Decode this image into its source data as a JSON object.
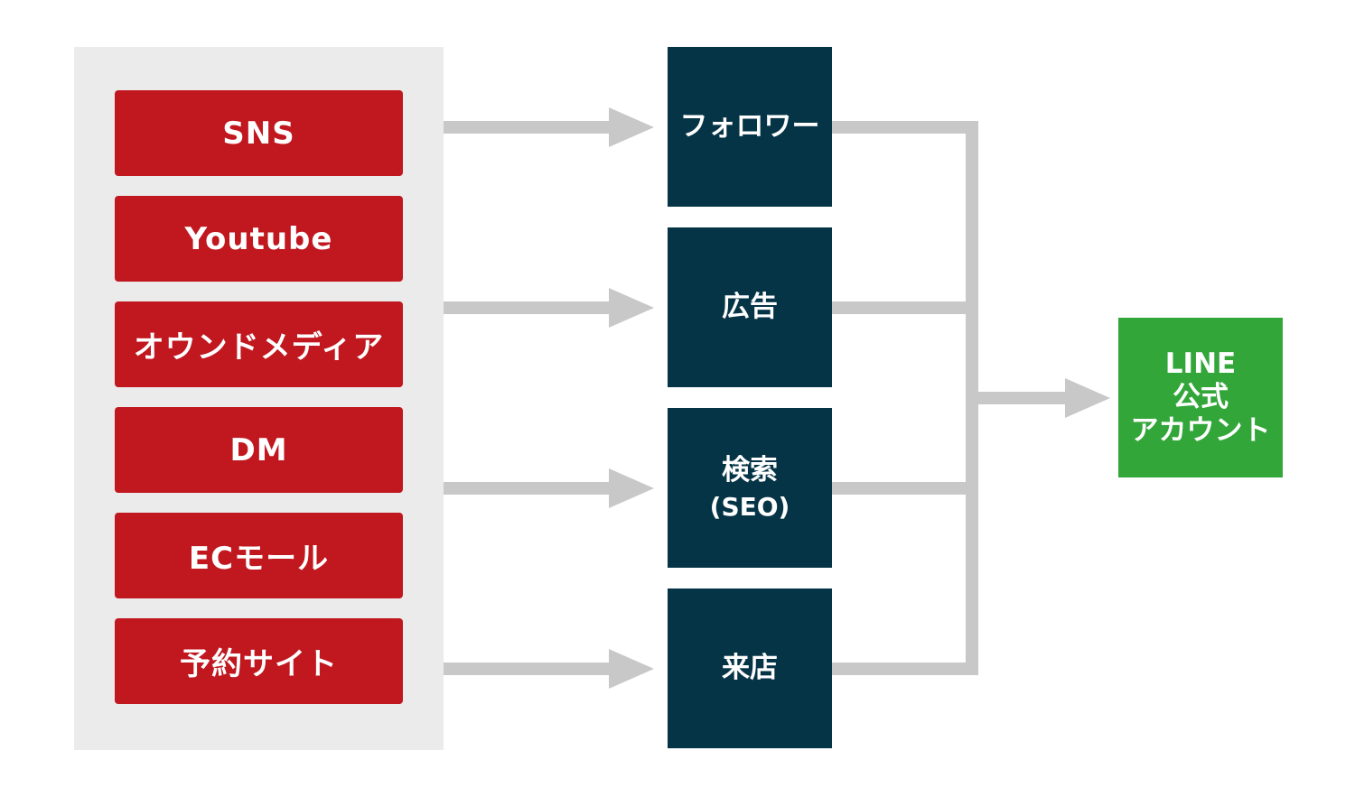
{
  "sources": [
    "SNS",
    "Youtube",
    "オウンドメディア",
    "DM",
    "ECモール",
    "予約サイト"
  ],
  "channels": [
    {
      "label": "フォロワー",
      "sub": ""
    },
    {
      "label": "広告",
      "sub": ""
    },
    {
      "label": "検索",
      "sub": "(SEO)"
    },
    {
      "label": "来店",
      "sub": ""
    }
  ],
  "target": {
    "line1": "LINE",
    "line2": "公式",
    "line3": "アカウント"
  },
  "colors": {
    "source_box": "#c1171f",
    "channel_box": "#063447",
    "target_box": "#33a63a",
    "panel": "#ebebeb",
    "connector": "#c8c8c8"
  }
}
